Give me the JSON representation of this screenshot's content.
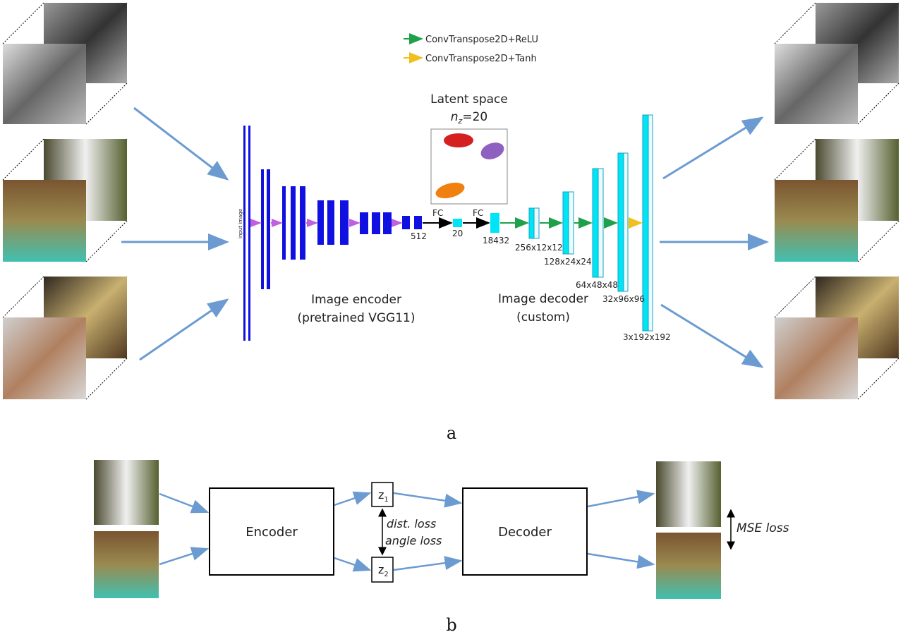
{
  "panel_a": {
    "legend": [
      {
        "label": "ConvTranspose2D+ReLU",
        "color": "#1fa04a"
      },
      {
        "label": "ConvTranspose2D+Tanh",
        "color": "#f0c020"
      }
    ],
    "latent_title": "Latent space",
    "latent_nz_symbol": "n",
    "latent_nz_sub": "z",
    "latent_nz_value": "=20",
    "input_label": "input image",
    "fc_labels": [
      "FC",
      "FC"
    ],
    "sizes": {
      "encoder_out": "512",
      "latent": "20",
      "fc_out": "18432",
      "d1": "256x12x12",
      "d2": "128x24x24",
      "d3": "64x48x48",
      "d4": "32x96x96",
      "d5": "3x192x192"
    },
    "encoder_title": "Image encoder",
    "encoder_subtitle": "(pretrained VGG11)",
    "decoder_title": "Image decoder",
    "decoder_subtitle": "(custom)",
    "caption": "a",
    "colors": {
      "encoder": "#1010e0",
      "decoder": "#00e5f5",
      "arrow": "#6b9bd1",
      "encoder_arrow": "#c060e0",
      "cluster_red": "#d42020",
      "cluster_purple": "#9060c0",
      "cluster_orange": "#f08010"
    }
  },
  "panel_b": {
    "encoder_label": "Encoder",
    "decoder_label": "Decoder",
    "z1_symbol": "z",
    "z1_sub": "1",
    "z2_symbol": "z",
    "z2_sub": "2",
    "dist_loss": "dist. loss",
    "angle_loss": "angle loss",
    "mse_loss": "MSE loss",
    "caption": "b"
  }
}
